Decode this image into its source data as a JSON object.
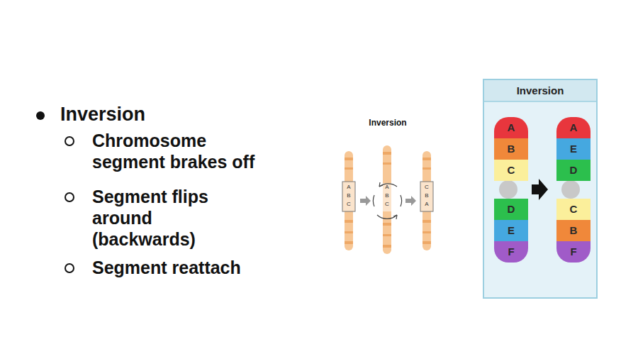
{
  "diagram": {
    "nodes": [
      {
        "text": [
          "Inversion"
        ]
      },
      {
        "text": [
          "A"
        ],
        "in": 0
      },
      {
        "text": [
          "B"
        ],
        "in": 0
      },
      {
        "text": [
          "C"
        ],
        "in": 0
      },
      {
        "text": [
          "D"
        ],
        "in": 0
      },
      {
        "text": [
          "E"
        ],
        "in": 0
      },
      {
        "text": [
          "F"
        ],
        "in": 0
      },
      {
        "text": [
          "A"
        ],
        "in": 0
      },
      {
        "text": [
          "E"
        ],
        "in": 0
      },
      {
        "text": [
          "D"
        ],
        "in": 0
      },
      {
        "text": [
          "C"
        ],
        "in": 0
      },
      {
        "text": [
          "B"
        ],
        "in": 0
      },
      {
        "text": [
          "F"
        ],
        "in": 0
      }
    ],
    "labels": [
      "Inversion",
      "Chromosome segment brakes off",
      "Segment flips around (backwards)",
      "Segment reattach",
      "Inversion",
      "A",
      "B",
      "C",
      "A",
      "B",
      "C",
      "C",
      "B",
      "A"
    ]
  }
}
